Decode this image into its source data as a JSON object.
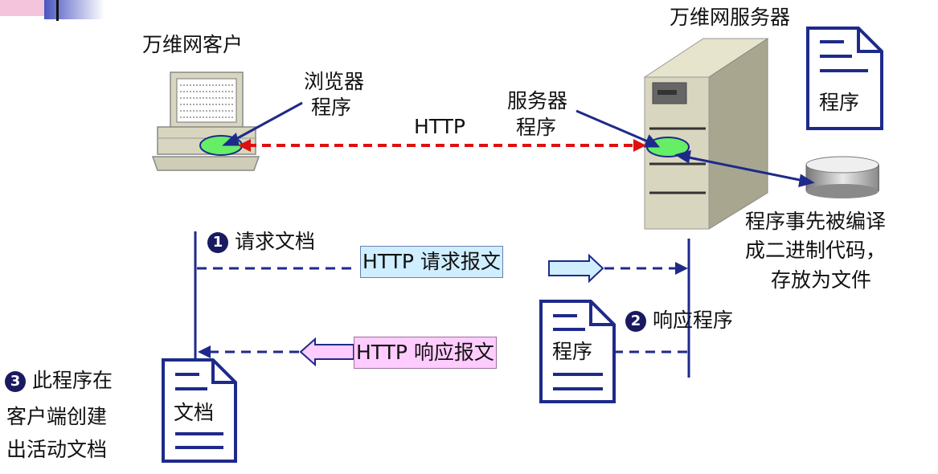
{
  "labels": {
    "client_title": "万维网客户",
    "server_title": "万维网服务器",
    "browser_line1": "浏览器",
    "browser_line2": "程序",
    "server_prog_line1": "服务器",
    "server_prog_line2": "程序",
    "http": "HTTP",
    "server_doc": "程序",
    "compiled_line1": "程序事先被编译",
    "compiled_line2": "成二进制代码，",
    "compiled_line3": "存放为文件"
  },
  "steps": [
    {
      "num": "1",
      "text": "请求文档"
    },
    {
      "num": "2",
      "text": "响应程序"
    },
    {
      "num": "3",
      "lines": [
        "此程序在",
        "客户端创建",
        "出活动文档"
      ]
    }
  ],
  "messages": {
    "request": "HTTP 请求报文",
    "response": "HTTP 响应报文"
  },
  "docs": {
    "response_doc": "程序",
    "client_doc": "文档"
  },
  "colors": {
    "navy": "#1e2a8a",
    "http_red": "#dd1111",
    "request_fill": "#cfeeff",
    "response_fill": "#ffccff",
    "oval_green": "#66ee66",
    "machine_beige": "#d8d6bf"
  }
}
